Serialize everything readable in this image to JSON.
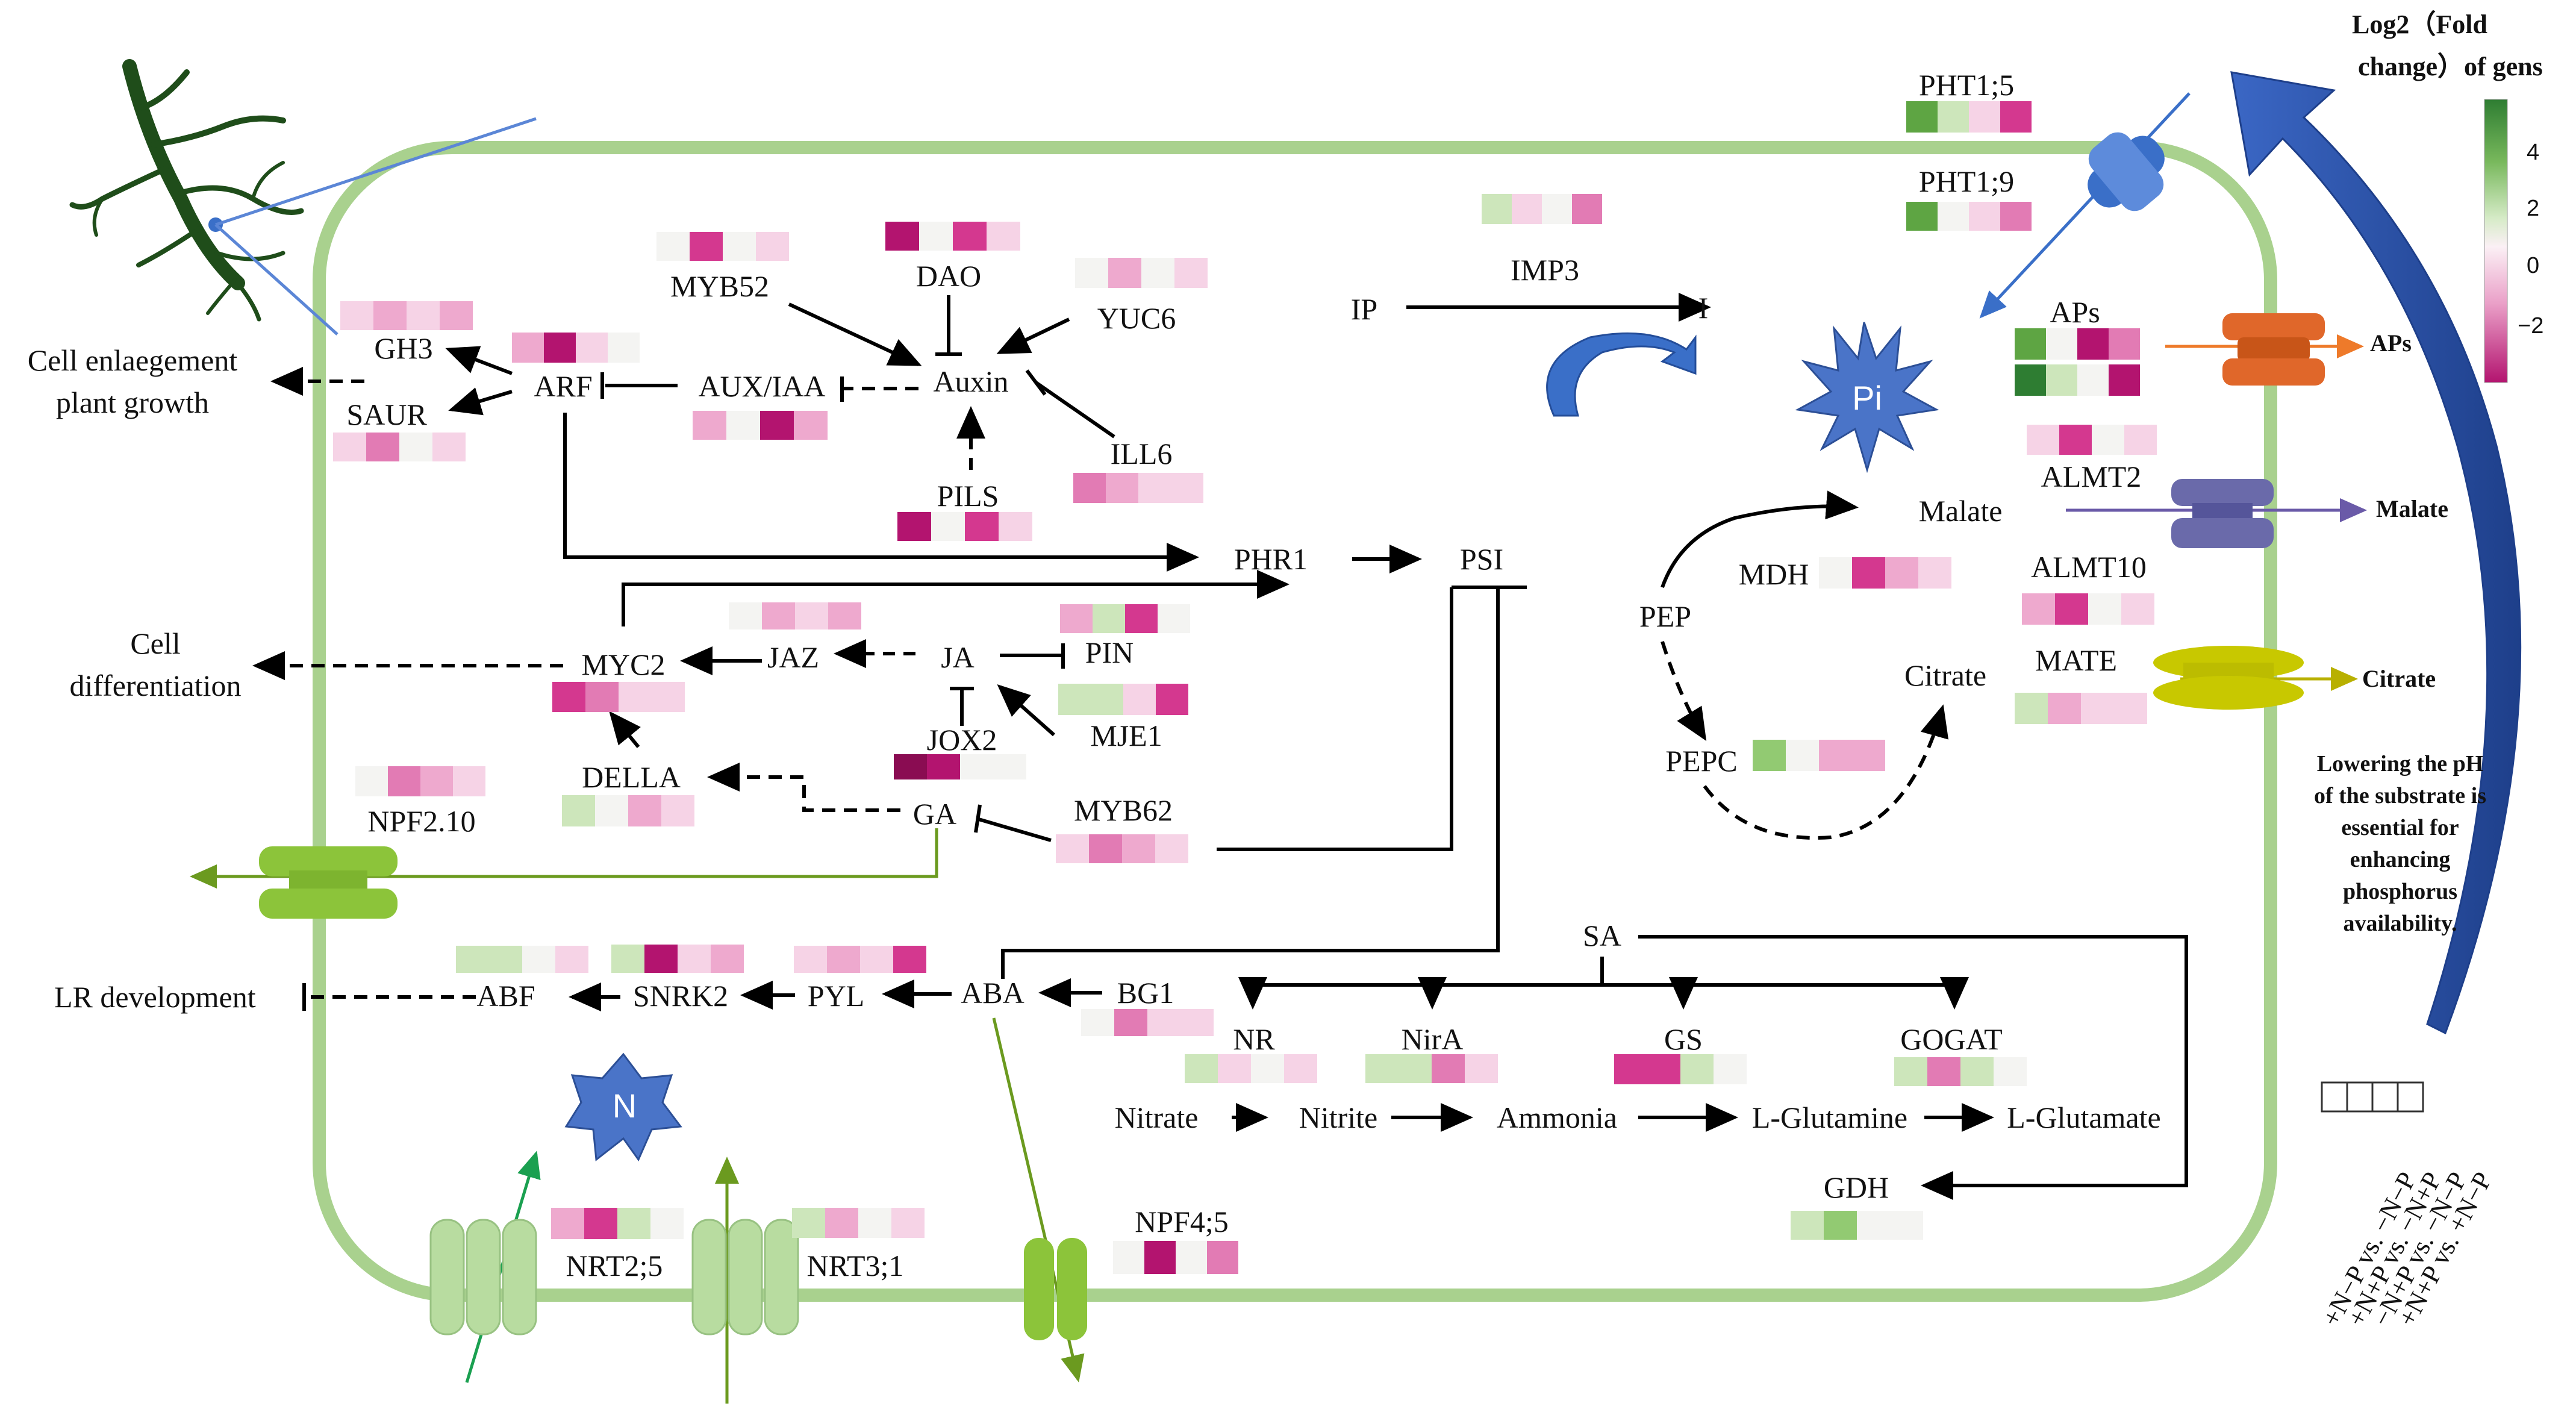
{
  "palette": {
    "g4": "#2e7d32",
    "g3": "#5ea543",
    "g2": "#92ca72",
    "g1": "#cde6bb",
    "n0": "#f4f4f2",
    "m1": "#f6d3e6",
    "m2": "#eea9ce",
    "m3": "#e27bb4",
    "m4": "#d4388f",
    "m5": "#b3146f",
    "m6": "#8a0c52"
  },
  "legend": {
    "title_line1": "Log2（Fold",
    "title_line2": "change）of gens",
    "ticks": [
      "4",
      "2",
      "0",
      "−2"
    ],
    "comparisons": [
      "+N−P vs. −N−P",
      "+N+P vs. −N+P",
      "−N+P vs. −N−P",
      "+N+P vs. +N−P"
    ]
  },
  "note": {
    "lines": [
      "Lowering the pH",
      "of the substrate is",
      "essential for",
      "enhancing",
      "phosphorus",
      "availability."
    ]
  },
  "nodes": {
    "cell_enlargement_1": "Cell enlaegement",
    "cell_enlargement_2": "plant growth",
    "cell_diff_1": "Cell",
    "cell_diff_2": "differentiation",
    "lr_dev": "LR development",
    "gh3": "GH3",
    "saur": "SAUR",
    "arf": "ARF",
    "aux_iaa": "AUX/IAA",
    "auxin": "Auxin",
    "myb52": "MYB52",
    "dao": "DAO",
    "yuc6": "YUC6",
    "ill6": "ILL6",
    "pils": "PILS",
    "phr1": "PHR1",
    "psi": "PSI",
    "myc2": "MYC2",
    "jaz": "JAZ",
    "ja": "JA",
    "pin": "PIN",
    "mje1": "MJE1",
    "jox2": "JOX2",
    "della": "DELLA",
    "ga": "GA",
    "myb62": "MYB62",
    "npf210": "NPF2.10",
    "abf": "ABF",
    "snrk2": "SNRK2",
    "pyl": "PYL",
    "aba": "ABA",
    "bg1": "BG1",
    "ip": "IP",
    "imp3": "IMP3",
    "i": "I",
    "pi": "Pi",
    "n": "N",
    "pht15": "PHT1;5",
    "pht19": "PHT1;9",
    "aps": "APs",
    "aps_out": "APs",
    "almt2": "ALMT2",
    "malate": "Malate",
    "malate_out": "Malate",
    "almt10": "ALMT10",
    "mdh": "MDH",
    "pep": "PEP",
    "pepc": "PEPC",
    "citrate": "Citrate",
    "mate": "MATE",
    "citrate_out": "Citrate",
    "sa": "SA",
    "nr": "NR",
    "nira": "NirA",
    "gs": "GS",
    "gogat": "GOGAT",
    "nitrate": "Nitrate",
    "nitrite": "Nitrite",
    "ammonia": "Ammonia",
    "glutamine": "L-Glutamine",
    "glutamate": "L-Glutamate",
    "gdh": "GDH",
    "nrt25": "NRT2;5",
    "nrt31": "NRT3;1",
    "npf45": "NPF4;5"
  },
  "heatmaps": {
    "pht15": [
      "g3",
      "g1",
      "m1",
      "m4"
    ],
    "pht19": [
      "g3",
      "n0",
      "m1",
      "m3"
    ],
    "imp3": [
      "g1",
      "m1",
      "n0",
      "m3"
    ],
    "myb52": [
      "n0",
      "m4",
      "n0",
      "m1"
    ],
    "dao": [
      "m5",
      "n0",
      "m4",
      "m1"
    ],
    "yuc6": [
      "n0",
      "m2",
      "n0",
      "m1"
    ],
    "gh3": [
      "m1",
      "m2",
      "m1",
      "m2"
    ],
    "arf": [
      "m2",
      "m5",
      "m1",
      "n0"
    ],
    "saur": [
      "m1",
      "m3",
      "n0",
      "m1"
    ],
    "aux_iaa": [
      "m2",
      "n0",
      "m5",
      "m2"
    ],
    "ill6": [
      "m3",
      "m2",
      "m1",
      "m1"
    ],
    "pils": [
      "m5",
      "n0",
      "m4",
      "m1"
    ],
    "aps_1": [
      "g3",
      "n0",
      "m5",
      "m3"
    ],
    "aps_2": [
      "g4",
      "g1",
      "n0",
      "m5"
    ],
    "almt2": [
      "m1",
      "m4",
      "n0",
      "m1"
    ],
    "mdh": [
      "n0",
      "m4",
      "m2",
      "m1"
    ],
    "almt10": [
      "m2",
      "m4",
      "n0",
      "m1"
    ],
    "mate": [
      "g1",
      "m2",
      "m1",
      "m1"
    ],
    "pepc": [
      "g2",
      "n0",
      "m2",
      "m2"
    ],
    "jaz": [
      "n0",
      "m2",
      "m1",
      "m2"
    ],
    "pin": [
      "m2",
      "g1",
      "m4",
      "n0"
    ],
    "myc2": [
      "m4",
      "m3",
      "m1",
      "m1"
    ],
    "mje1": [
      "g1",
      "g1",
      "m1",
      "m4"
    ],
    "jox2": [
      "m6",
      "m5",
      "n0",
      "n0"
    ],
    "npf210": [
      "n0",
      "m3",
      "m2",
      "m1"
    ],
    "della": [
      "g1",
      "n0",
      "m2",
      "m1"
    ],
    "myb62": [
      "m1",
      "m3",
      "m2",
      "m1"
    ],
    "abf": [
      "g1",
      "g1",
      "n0",
      "m1"
    ],
    "snrk2": [
      "g1",
      "m5",
      "m1",
      "m2"
    ],
    "pyl": [
      "m1",
      "m2",
      "m1",
      "m4"
    ],
    "bg1": [
      "n0",
      "m3",
      "m1",
      "m1"
    ],
    "nr": [
      "g1",
      "m1",
      "n0",
      "m1"
    ],
    "nira": [
      "g1",
      "g1",
      "m3",
      "m1"
    ],
    "gs": [
      "m4",
      "m4",
      "g1",
      "n0"
    ],
    "gogat": [
      "g1",
      "m3",
      "g1",
      "n0"
    ],
    "gdh": [
      "g1",
      "g2",
      "n0",
      "n0"
    ],
    "nrt25": [
      "m2",
      "m4",
      "g1",
      "n0"
    ],
    "nrt31": [
      "g1",
      "m2",
      "n0",
      "m1"
    ],
    "npf45": [
      "n0",
      "m5",
      "n0",
      "m3"
    ],
    "legend_blank": [
      "#ffffff",
      "#ffffff",
      "#ffffff",
      "#ffffff"
    ]
  }
}
